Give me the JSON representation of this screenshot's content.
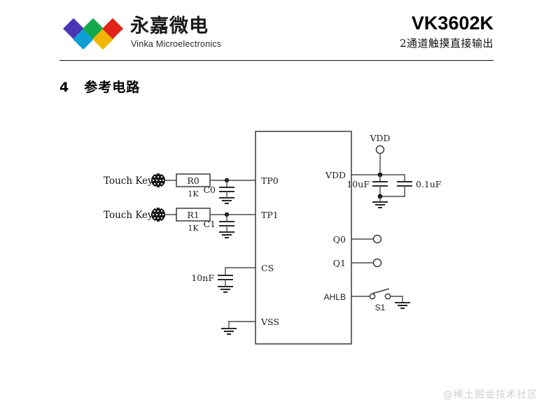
{
  "header": {
    "company_cn": "永嘉微电",
    "company_en": "Vinka Microelectronics",
    "part_number": "VK3602K",
    "part_subtitle": "2通道触摸直接输出",
    "logo_colors": {
      "indigo": "#4c35b5",
      "cyan": "#0f9fd4",
      "green": "#13a94a",
      "yellow": "#f2b706",
      "red": "#e2231a"
    }
  },
  "section": {
    "number": "4",
    "title": "参考电路"
  },
  "circuit": {
    "chip": {
      "pins_left": [
        "TP0",
        "TP1",
        "CS",
        "VSS"
      ],
      "pins_right": [
        "VDD",
        "Q0",
        "Q1",
        "AHLB"
      ]
    },
    "channels": [
      {
        "source_label": "Touch Key",
        "resistor_ref": "R0",
        "resistor_value": "1K",
        "capacitor_ref": "C0",
        "pin": "TP0"
      },
      {
        "source_label": "Touch Key",
        "resistor_ref": "R1",
        "resistor_value": "1K",
        "capacitor_ref": "C1",
        "pin": "TP1"
      }
    ],
    "cs_capacitor": {
      "value": "10nF",
      "pin": "CS"
    },
    "supply": {
      "rail_label": "VDD",
      "bulk_cap": "10uF",
      "bypass_cap": "0.1uF"
    },
    "outputs": [
      {
        "pin": "Q0"
      },
      {
        "pin": "Q1"
      }
    ],
    "switch": {
      "pin": "AHLB",
      "ref": "S1"
    }
  },
  "watermark": {
    "text": "@稀土掘金技术社区"
  }
}
